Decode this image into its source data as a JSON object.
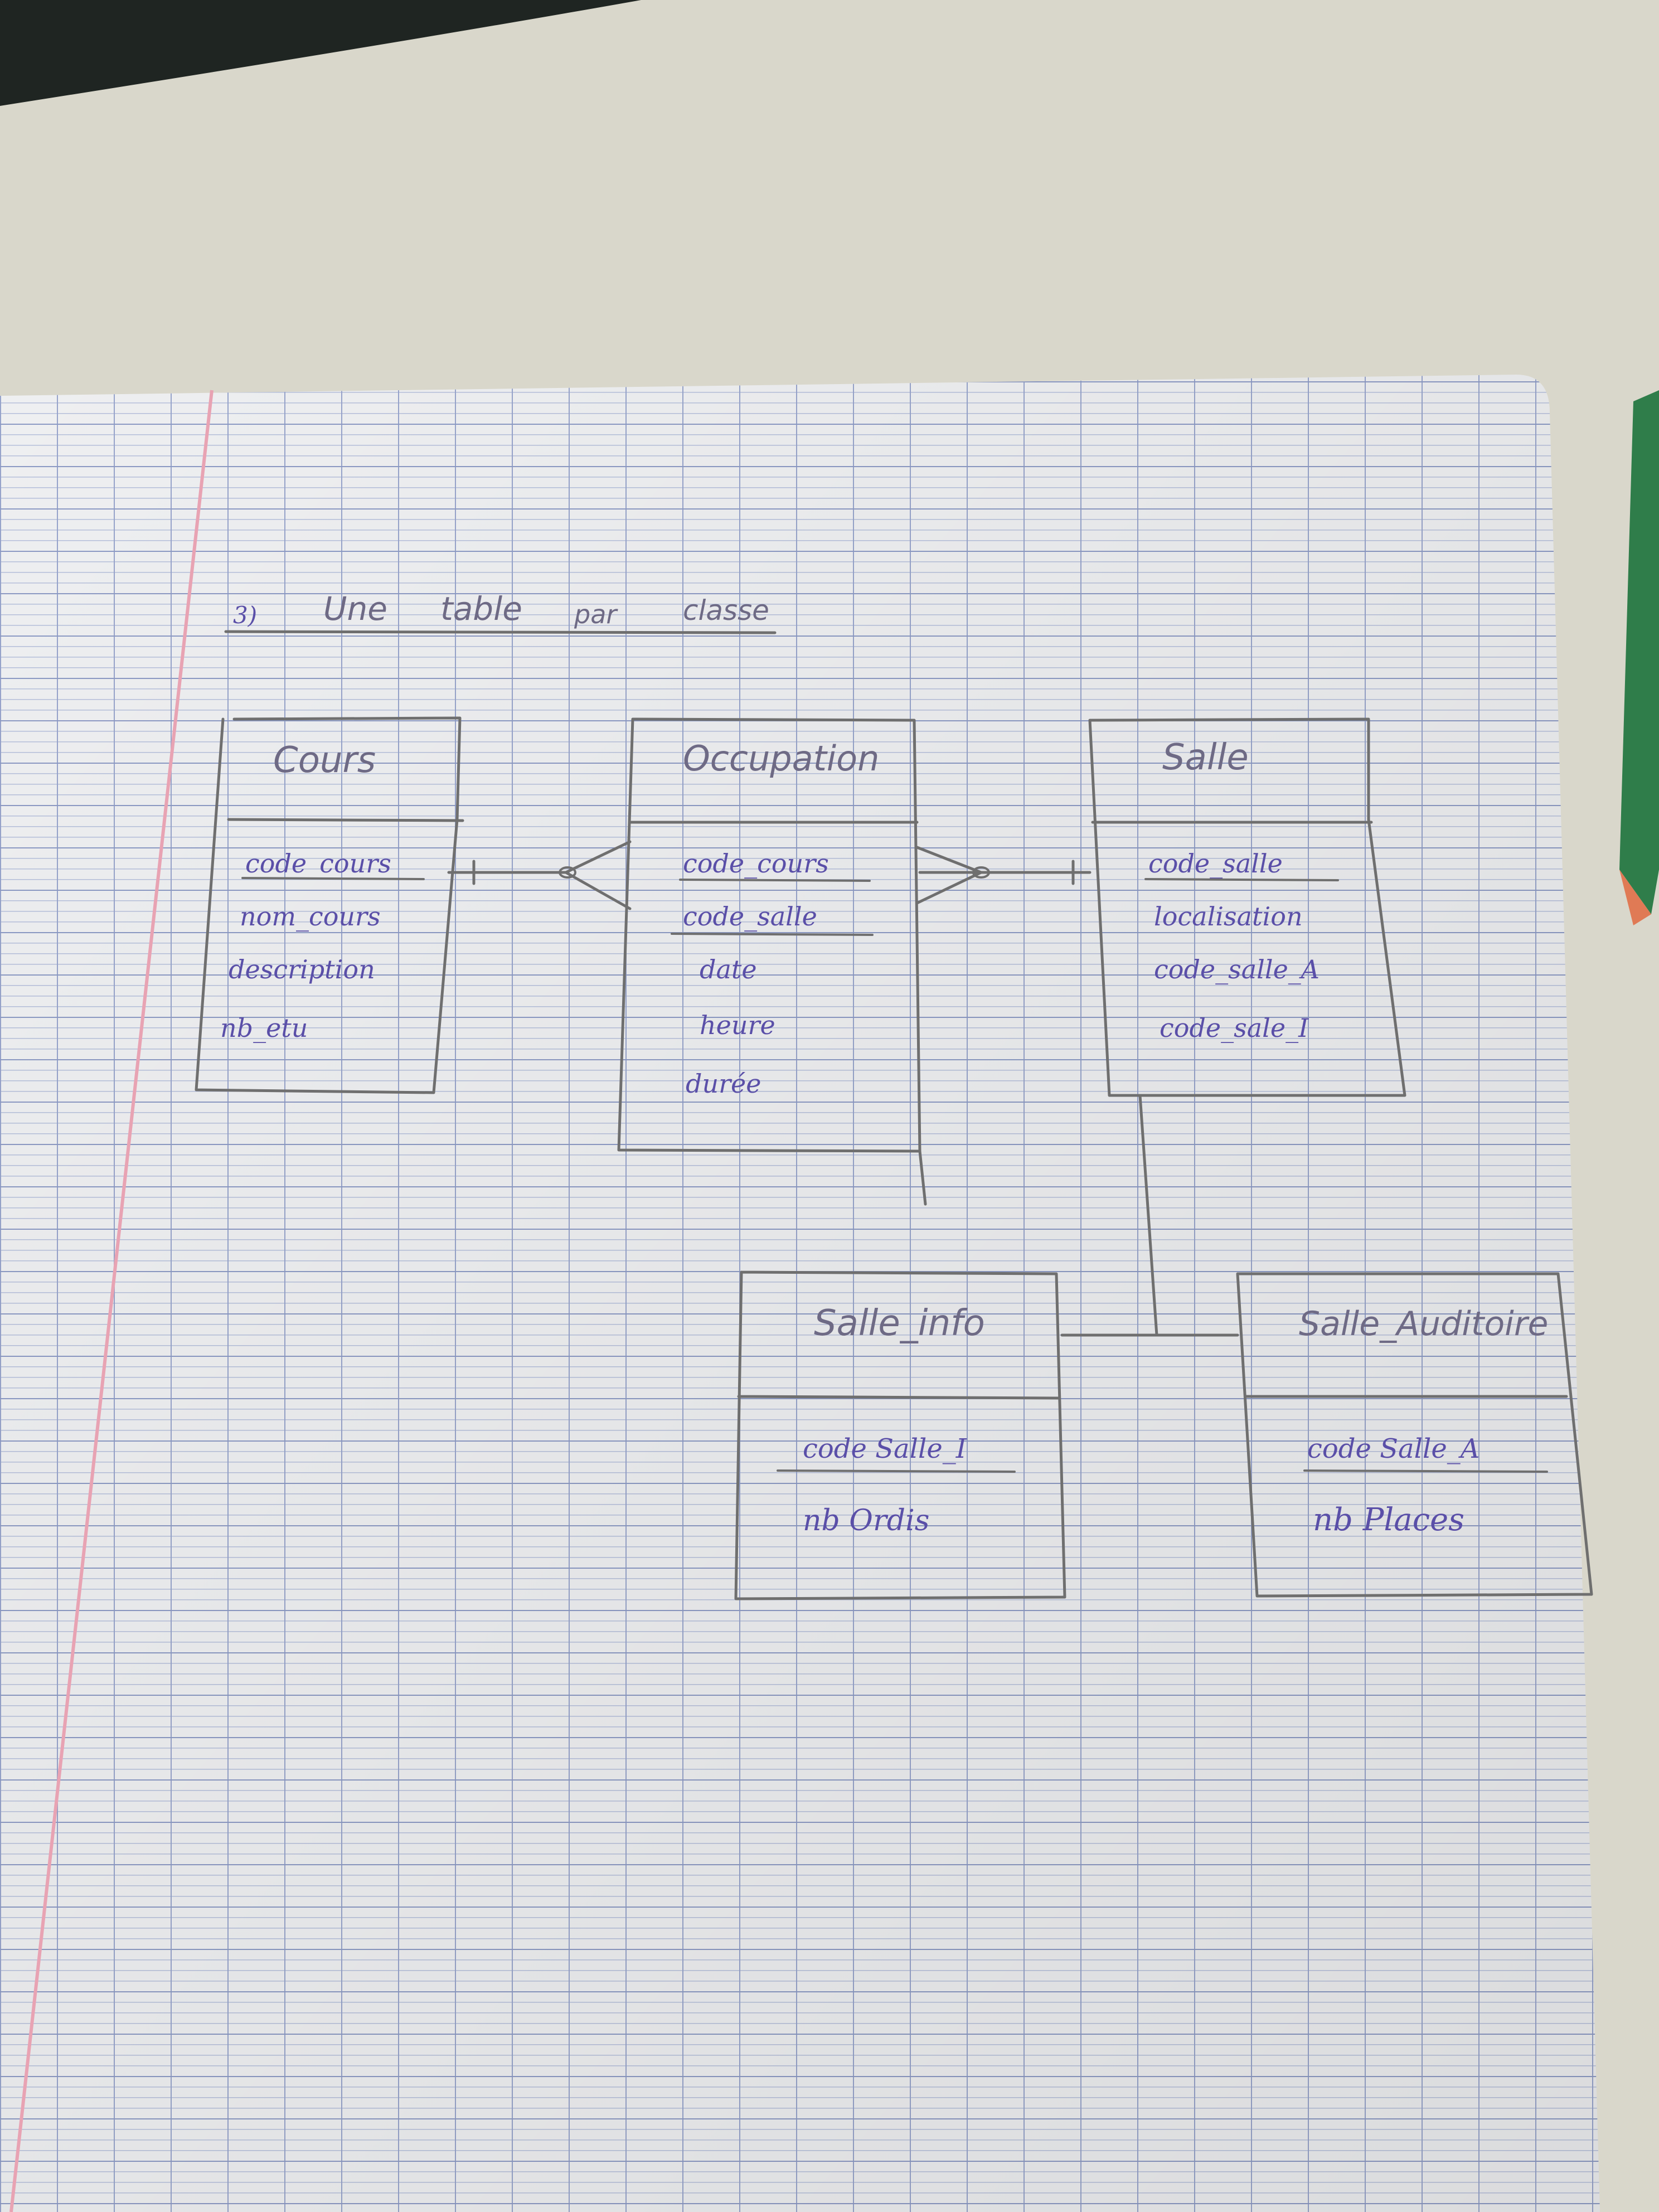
{
  "heading": {
    "number": "3)",
    "words": [
      "Une",
      "table",
      "par",
      "classe"
    ]
  },
  "entities": {
    "cours": {
      "title": "Cours",
      "attributes": [
        "code_cours",
        "nom_cours",
        "description",
        "nb_etu"
      ]
    },
    "occupation": {
      "title": "Occupation",
      "attributes": [
        "code_cours",
        "code_salle",
        "date",
        "heure",
        "durée"
      ]
    },
    "salle": {
      "title": "Salle",
      "attributes": [
        "code_salle",
        "localisation",
        "code_salle_A",
        "code_sale_I"
      ]
    },
    "salle_info": {
      "title": "Salle_info",
      "attributes": [
        "code Salle_I",
        "nb Ordis"
      ]
    },
    "salle_auditoire": {
      "title": "Salle_Auditoire",
      "attributes": [
        "code Salle_A",
        "nb Places"
      ]
    }
  }
}
